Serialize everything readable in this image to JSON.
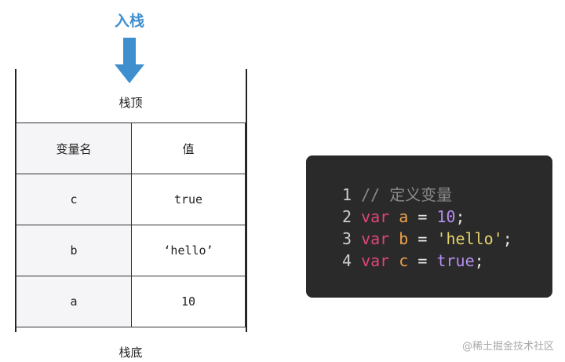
{
  "push": {
    "label": "入栈"
  },
  "stack": {
    "top_label": "栈顶",
    "bottom_label": "栈底",
    "headers": [
      "变量名",
      "值"
    ],
    "rows": [
      {
        "name": "c",
        "value": "true"
      },
      {
        "name": "b",
        "value": "‘hello’"
      },
      {
        "name": "a",
        "value": "10"
      }
    ]
  },
  "code": {
    "lines": [
      {
        "num": "1",
        "comment": "// 定义变量"
      },
      {
        "num": "2",
        "kw": "var",
        "name": "a",
        "op": "=",
        "value": "10",
        "end": ";"
      },
      {
        "num": "3",
        "kw": "var",
        "name": "b",
        "op": "=",
        "value": "'hello'",
        "end": ";"
      },
      {
        "num": "4",
        "kw": "var",
        "name": "c",
        "op": "=",
        "value": "true",
        "end": ";"
      }
    ]
  },
  "watermark": "@稀土掘金技术社区",
  "colors": {
    "arrow": "#3f8fcf",
    "code_bg": "#2a2a2a",
    "keyword": "#e0457b",
    "variable": "#f0a24a",
    "number": "#b48ef0",
    "string": "#e6d36a"
  }
}
